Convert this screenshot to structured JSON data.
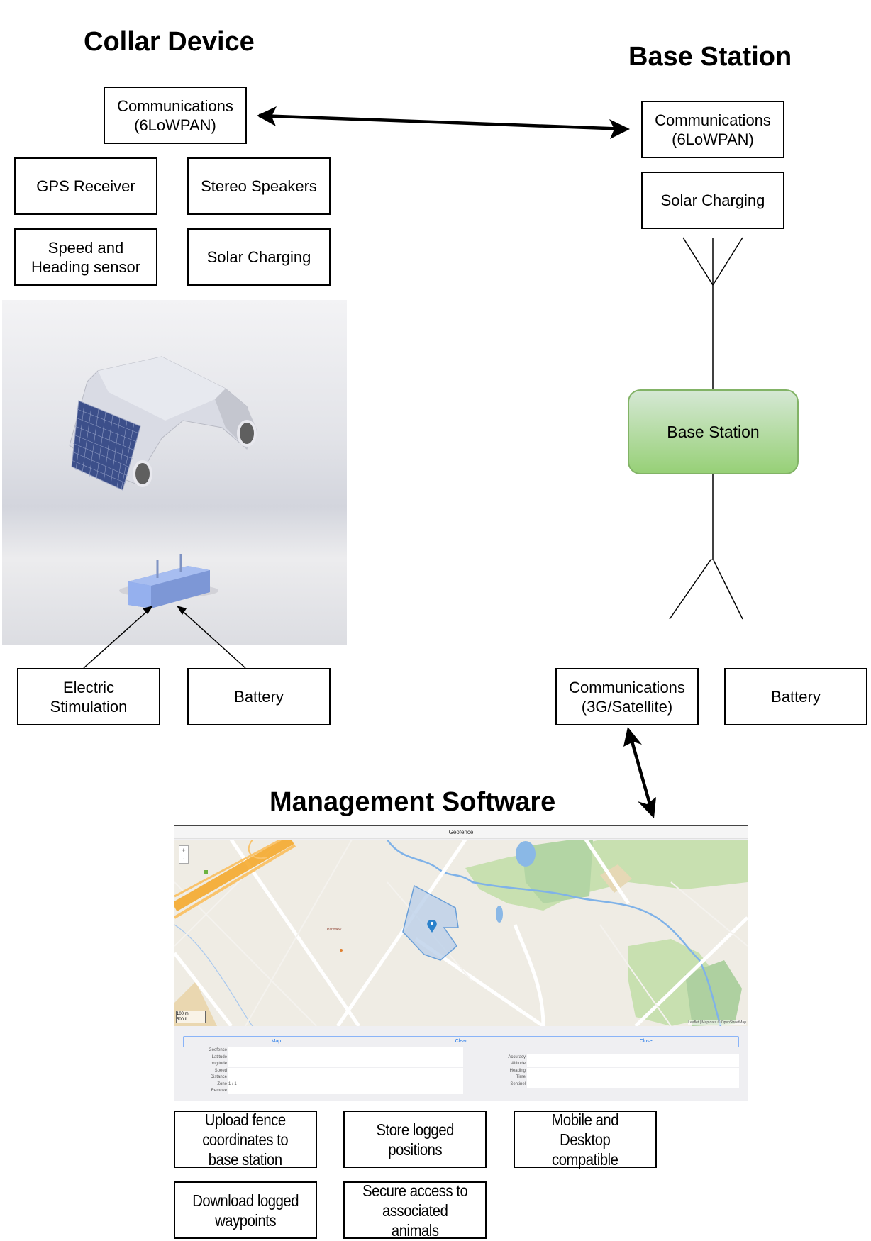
{
  "sections": {
    "collar": {
      "title": "Collar Device",
      "components": [
        {
          "label": "Communications\n(6LoWPAN)"
        },
        {
          "label": "GPS Receiver"
        },
        {
          "label": "Stereo Speakers"
        },
        {
          "label": "Speed and\nHeading sensor"
        },
        {
          "label": "Solar Charging"
        },
        {
          "label": "Electric\nStimulation"
        },
        {
          "label": "Battery"
        }
      ],
      "render_description": "3D render of collar with solar panel, speakers and blue battery/stimulation module"
    },
    "base": {
      "title": "Base Station",
      "components": [
        {
          "label": "Communications\n(6LoWPAN)"
        },
        {
          "label": "Solar Charging"
        },
        {
          "label": "Communications\n(3G/Satellite)"
        },
        {
          "label": "Battery"
        }
      ],
      "central_node": "Base Station",
      "colors": {
        "node_fill_top": "#d5e8d4",
        "node_fill_bottom": "#97d077",
        "node_border": "#82b366"
      }
    },
    "software": {
      "title": "Management Software",
      "app": {
        "window_title": "Geofence",
        "zoom_in": "+",
        "zoom_out": "-",
        "scale_label": "100 m",
        "scale_label_2": "500 ft",
        "attribution": "Leaflet | Map data © OpenStreetMap",
        "tabs": [
          "Map",
          "Clear",
          "Close"
        ],
        "left_fields": [
          {
            "label": "Geofence",
            "value": ""
          },
          {
            "label": "Latitude",
            "value": ""
          },
          {
            "label": "Longitude",
            "value": ""
          },
          {
            "label": "Speed",
            "value": ""
          },
          {
            "label": "Distance",
            "value": ""
          },
          {
            "label": "Zone",
            "value": "1 / 1"
          },
          {
            "label": "Remove",
            "value": ""
          }
        ],
        "right_fields": [
          {
            "label": "Accuracy",
            "value": ""
          },
          {
            "label": "Altitude",
            "value": ""
          },
          {
            "label": "Heading",
            "value": ""
          },
          {
            "label": "Time",
            "value": ""
          },
          {
            "label": "Sentinel",
            "value": ""
          }
        ]
      },
      "features": [
        {
          "label": "Upload fence\ncoordinates to\nbase station"
        },
        {
          "label": "Store logged\npositions"
        },
        {
          "label": "Mobile and\nDesktop\ncompatible"
        },
        {
          "label": "Download logged\nwaypoints"
        },
        {
          "label": "Secure access to\nassociated\nanimals"
        }
      ]
    }
  },
  "colors": {
    "map_land": "#efece4",
    "map_park": "#c8e0b0",
    "map_water": "#7fb2e8",
    "map_highway": "#f5a623",
    "geofence_fill": "#bcd0e8",
    "geofence_stroke": "#6a9fd8",
    "marker": "#2a81cb",
    "battery_module": "#8fb0ec"
  }
}
